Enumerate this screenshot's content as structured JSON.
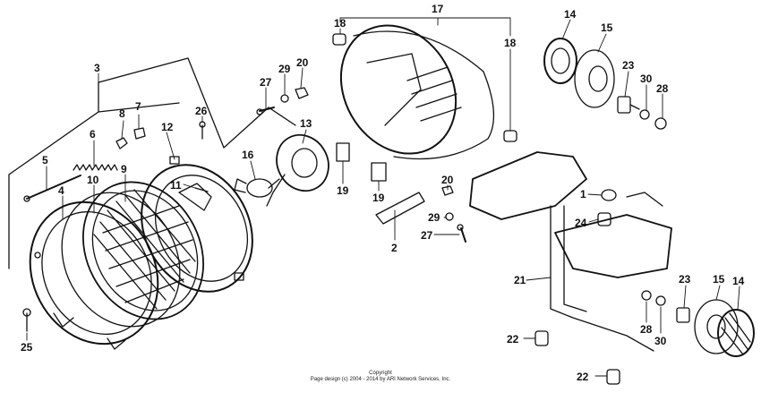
{
  "diagram": {
    "callouts": [
      {
        "id": "p3",
        "label": "3"
      },
      {
        "id": "p8",
        "label": "8"
      },
      {
        "id": "p7",
        "label": "7"
      },
      {
        "id": "p12",
        "label": "12"
      },
      {
        "id": "p6",
        "label": "6"
      },
      {
        "id": "p5",
        "label": "5"
      },
      {
        "id": "p9",
        "label": "9"
      },
      {
        "id": "p4",
        "label": "4"
      },
      {
        "id": "p10",
        "label": "10"
      },
      {
        "id": "p11",
        "label": "11"
      },
      {
        "id": "p16",
        "label": "16"
      },
      {
        "id": "p13",
        "label": "13"
      },
      {
        "id": "p26",
        "label": "26"
      },
      {
        "id": "p27a",
        "label": "27"
      },
      {
        "id": "p29a",
        "label": "29"
      },
      {
        "id": "p20a",
        "label": "20"
      },
      {
        "id": "p25",
        "label": "25"
      },
      {
        "id": "p18a",
        "label": "18"
      },
      {
        "id": "p17",
        "label": "17"
      },
      {
        "id": "p18b",
        "label": "18"
      },
      {
        "id": "p19a",
        "label": "19"
      },
      {
        "id": "p19b",
        "label": "19"
      },
      {
        "id": "p20b",
        "label": "20"
      },
      {
        "id": "p29b",
        "label": "29"
      },
      {
        "id": "p27b",
        "label": "27"
      },
      {
        "id": "p2",
        "label": "2"
      },
      {
        "id": "p14a",
        "label": "14"
      },
      {
        "id": "p15a",
        "label": "15"
      },
      {
        "id": "p23a",
        "label": "23"
      },
      {
        "id": "p30a",
        "label": "30"
      },
      {
        "id": "p28a",
        "label": "28"
      },
      {
        "id": "p1",
        "label": "1"
      },
      {
        "id": "p24",
        "label": "24"
      },
      {
        "id": "p21",
        "label": "21"
      },
      {
        "id": "p22a",
        "label": "22"
      },
      {
        "id": "p22b",
        "label": "22"
      },
      {
        "id": "p28b",
        "label": "28"
      },
      {
        "id": "p30b",
        "label": "30"
      },
      {
        "id": "p23b",
        "label": "23"
      },
      {
        "id": "p15b",
        "label": "15"
      },
      {
        "id": "p14b",
        "label": "14"
      }
    ],
    "colors": {
      "ink": "#111111",
      "paper": "#ffffff"
    }
  },
  "footer": {
    "line1": "Copyright",
    "line2": "Page design (c) 2004 - 2014 by ARI Network Services, Inc."
  }
}
